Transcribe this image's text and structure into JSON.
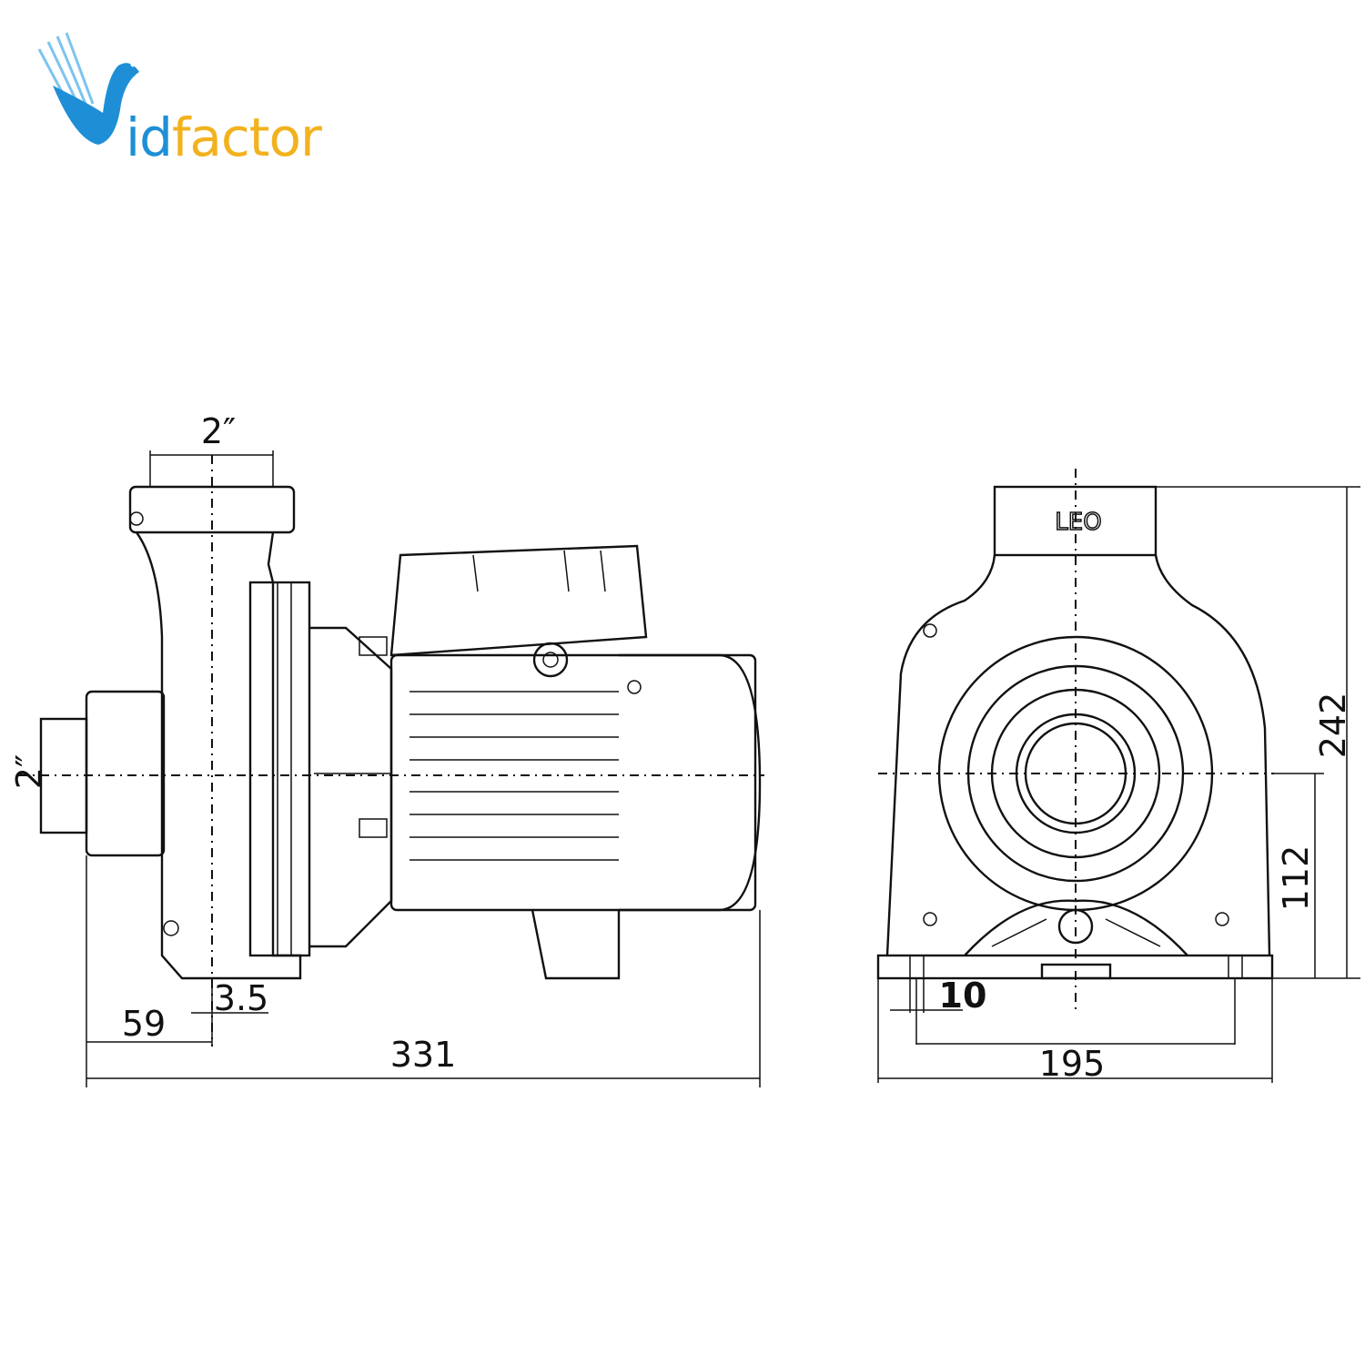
{
  "logo": {
    "brand_prefix": "V",
    "part_id": "id",
    "part_factor": "factor",
    "full": "Vidfactor",
    "colors": {
      "blue": "#1e8fd6",
      "yellow": "#f2b21e"
    }
  },
  "side_view": {
    "outlet_size": "2″",
    "inlet_size": "2″",
    "foot_offset": "3.5",
    "inlet_to_foot": "59",
    "overall_length": "331"
  },
  "front_view": {
    "brand_mark": "LEO",
    "overall_height": "242",
    "shaft_height": "112",
    "bolt_hole": "10",
    "bolt_spacing": "195"
  }
}
